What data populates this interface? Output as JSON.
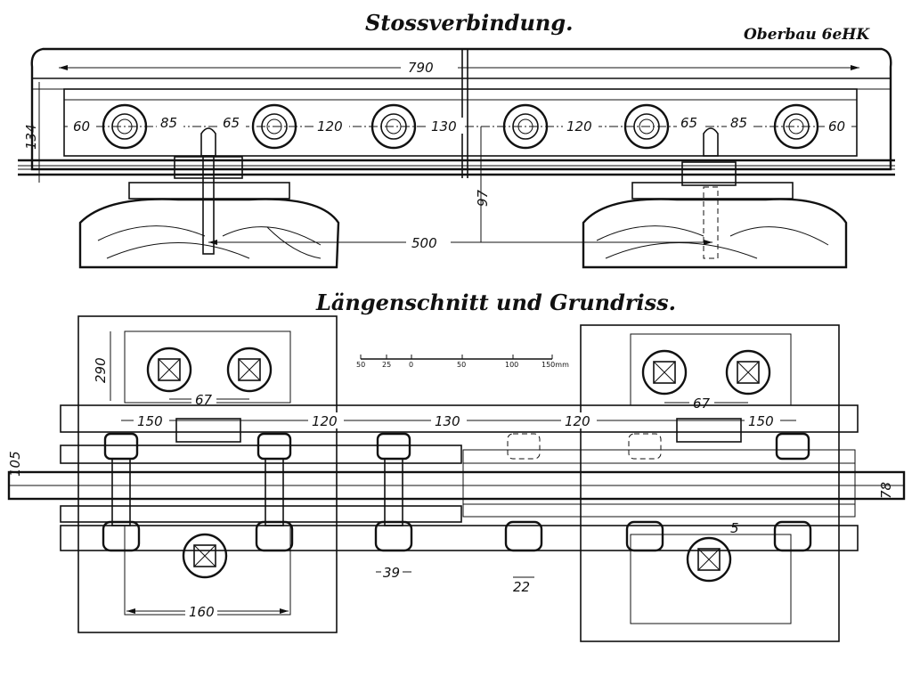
{
  "titles": {
    "top": "Stossverbindung.",
    "bottom": "Längenschnitt und Grundriss.",
    "system": "Oberbau 6eHK"
  },
  "top_view": {
    "length": "790",
    "height": "134",
    "bolt_spacings": [
      "60",
      "85",
      "65",
      "120",
      "130",
      "120",
      "65",
      "85",
      "60"
    ],
    "vertical": "97",
    "sleeper_spacing": "500"
  },
  "bottom_view": {
    "tie_width": "290",
    "tie_bolt_spacing_left": "67",
    "tie_bolt_spacing_right": "67",
    "bolt_spacings": [
      "150",
      "120",
      "130",
      "120",
      "150"
    ],
    "rail_width": "105",
    "head_width": "78",
    "nut": "39",
    "bolt_dia": "22",
    "plate_width": "160",
    "side_small": "5"
  },
  "scale": {
    "labels": [
      "50",
      "25",
      "0",
      "50",
      "100",
      "150mm"
    ]
  }
}
